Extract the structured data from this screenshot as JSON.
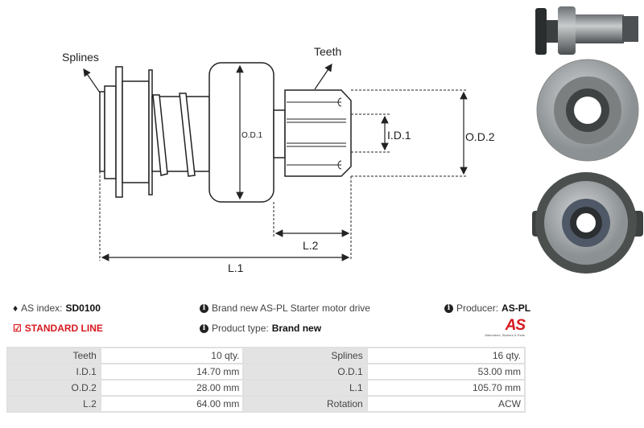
{
  "diagram": {
    "labels": {
      "splines": "Splines",
      "teeth": "Teeth",
      "od1": "O.D.1",
      "id1": "I.D.1",
      "od2": "O.D.2",
      "l1": "L.1",
      "l2": "L.2"
    }
  },
  "photos": [
    "side-view-photo",
    "pinion-end-photo",
    "clutch-end-photo"
  ],
  "info": {
    "as_index_label": "AS index:",
    "as_index_value": "SD0100",
    "standard_line": "STANDARD LINE",
    "description": "Brand new AS-PL Starter motor drive",
    "product_type_label": "Product type:",
    "product_type_value": "Brand new",
    "producer_label": "Producer:",
    "producer_value": "AS-PL",
    "logo_text": "AS",
    "logo_tagline": "Alternators, Starters & Parts"
  },
  "colors": {
    "accent": "#d71920",
    "label_bg": "#e3e3e3"
  },
  "specs": [
    {
      "l1": "Teeth",
      "v1": "10 qty.",
      "l2": "Splines",
      "v2": "16 qty."
    },
    {
      "l1": "I.D.1",
      "v1": "14.70 mm",
      "l2": "O.D.1",
      "v2": "53.00 mm"
    },
    {
      "l1": "O.D.2",
      "v1": "28.00 mm",
      "l2": "L.1",
      "v2": "105.70 mm"
    },
    {
      "l1": "L.2",
      "v1": "64.00 mm",
      "l2": "Rotation",
      "v2": "ACW"
    }
  ]
}
